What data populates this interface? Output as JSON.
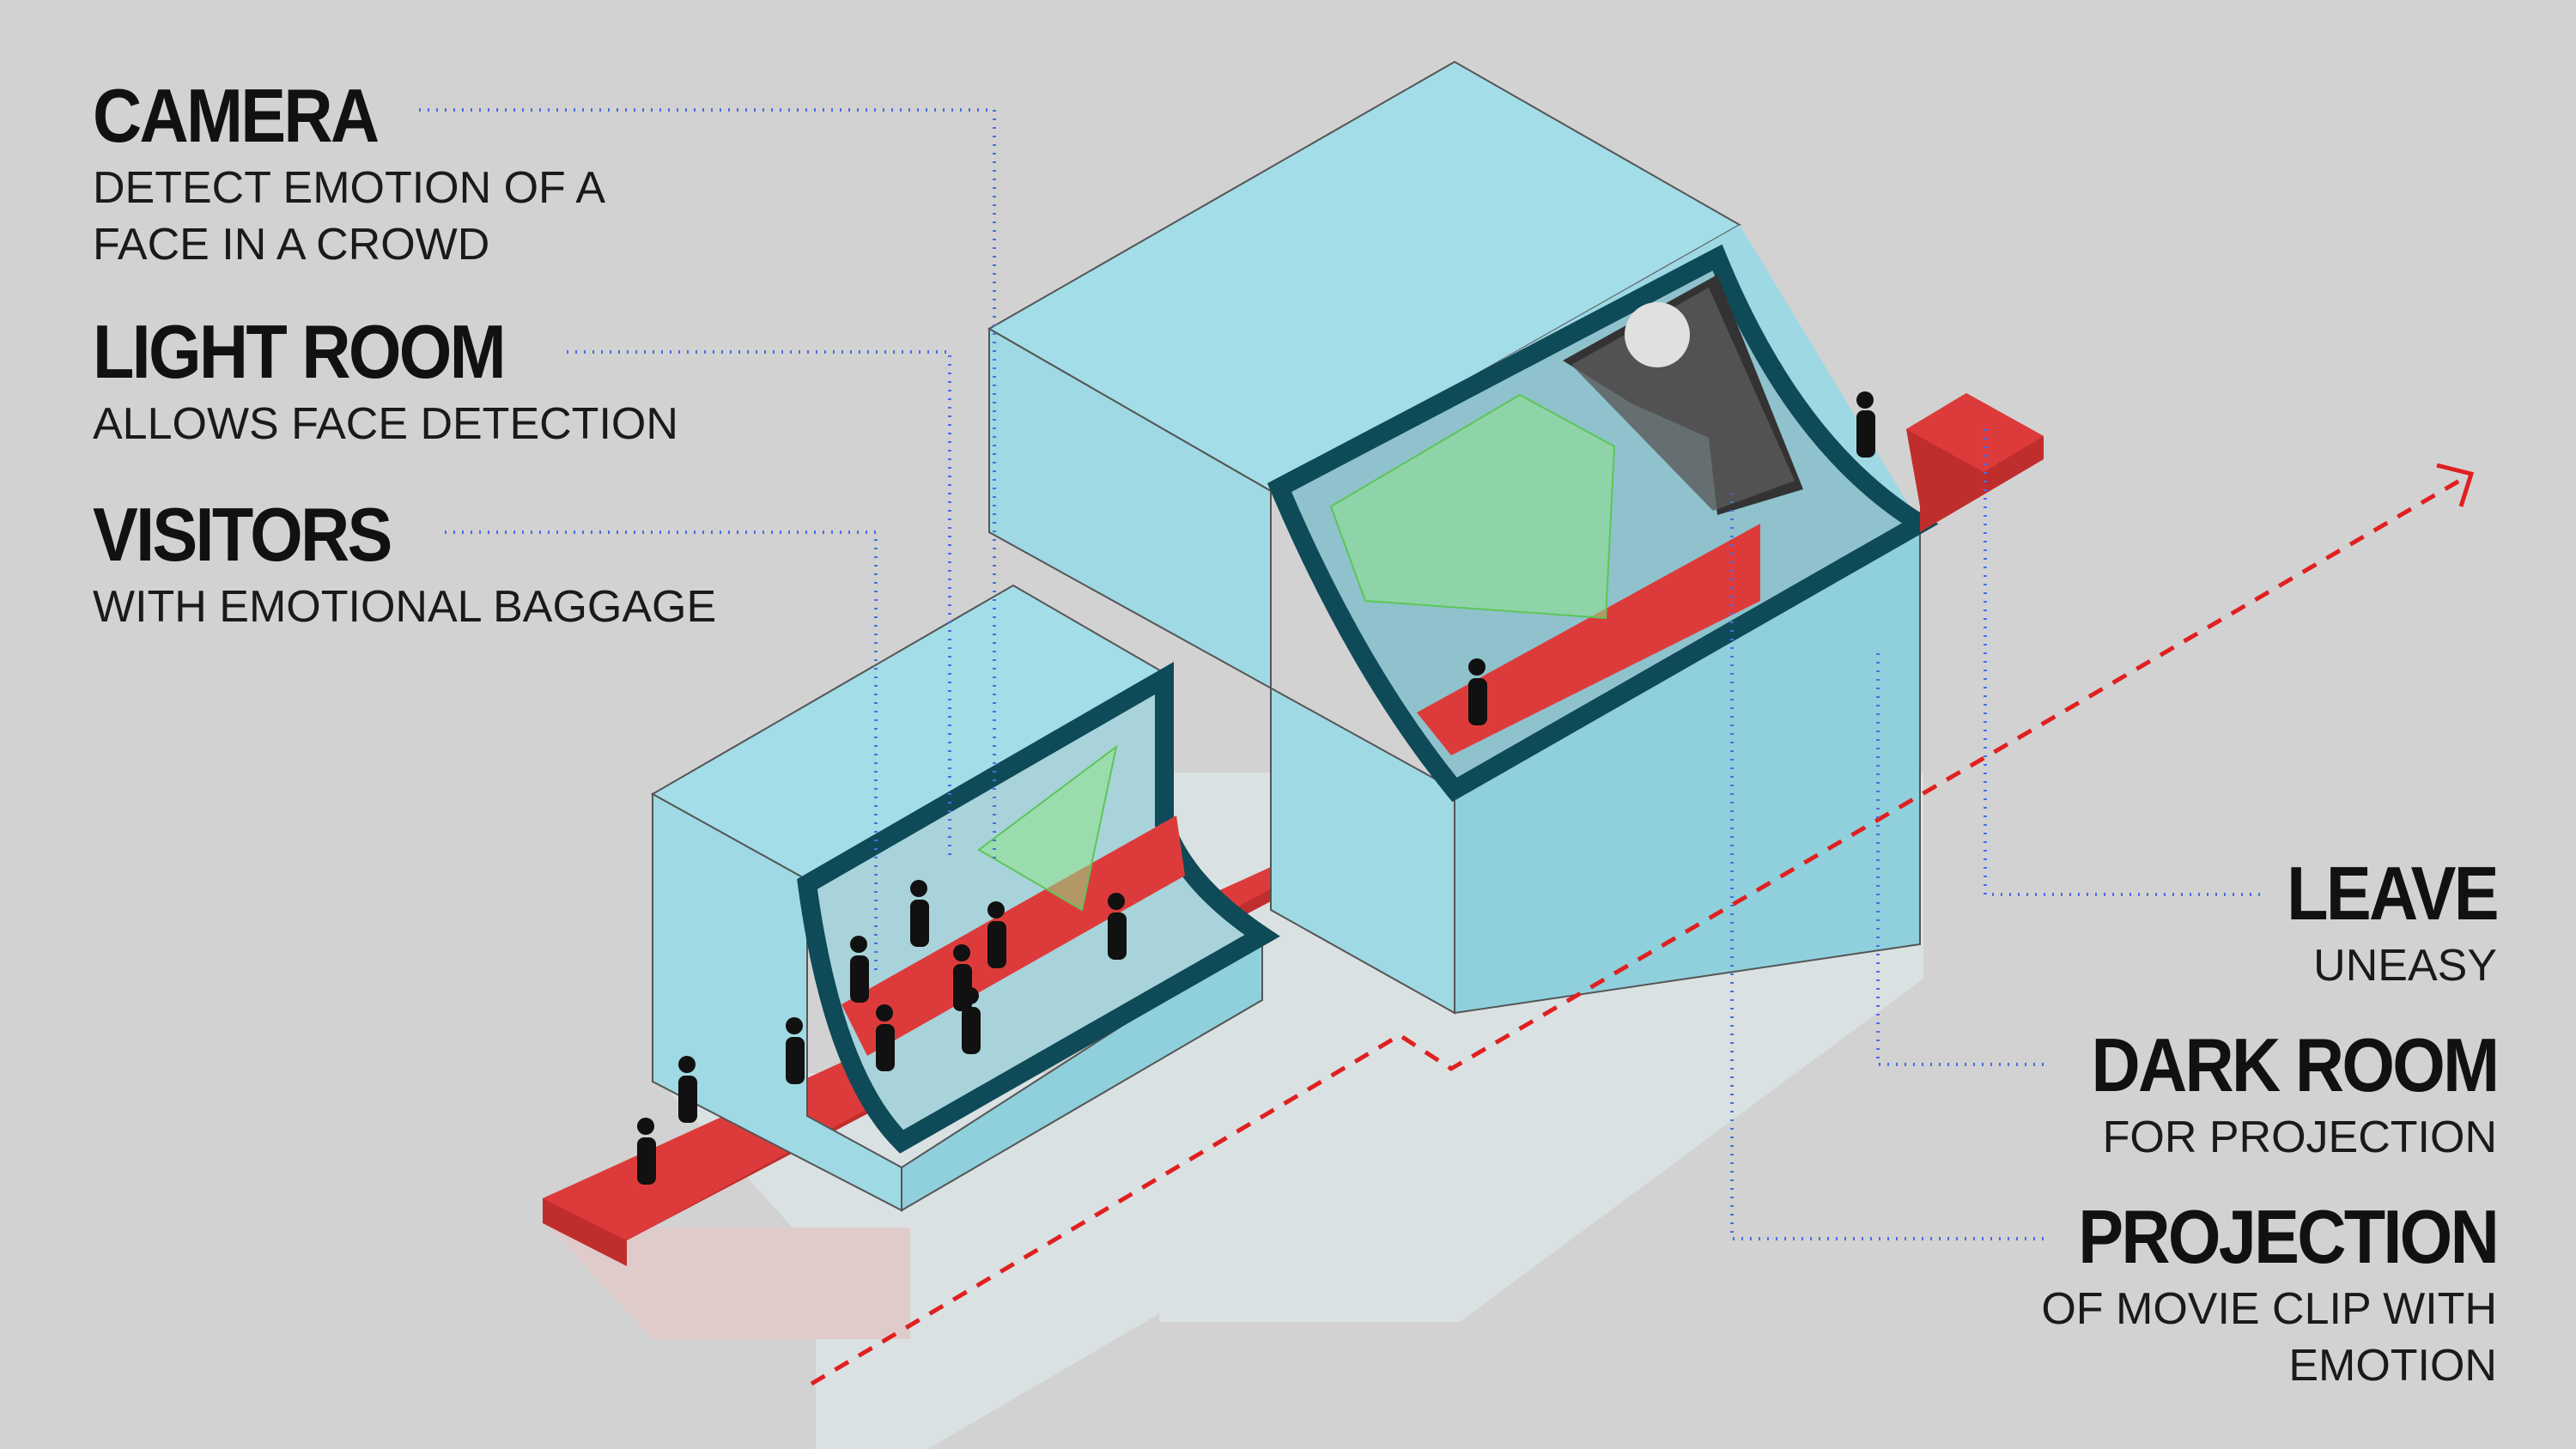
{
  "labels": {
    "camera": {
      "title": "CAMERA",
      "line1": "DETECT EMOTION OF A",
      "line2": "FACE IN A CROWD"
    },
    "light_room": {
      "title": "LIGHT ROOM",
      "line1": "ALLOWS FACE DETECTION"
    },
    "visitors": {
      "title": "VISITORS",
      "line1": "WITH EMOTIONAL BAGGAGE"
    },
    "leave": {
      "title": "LEAVE",
      "line1": "UNEASY"
    },
    "dark_room": {
      "title": "DARK ROOM",
      "line1": "FOR PROJECTION"
    },
    "projection": {
      "title": "PROJECTION",
      "line1": "OF MOVIE CLIP WITH",
      "line2": "EMOTION"
    }
  },
  "colors": {
    "background": "#d2d2d2",
    "volume": "#a3dde8",
    "volume_side": "#8fd0dc",
    "frame": "#0e4a58",
    "walkway": "#dd3b3b",
    "leader": "#4a6fe0",
    "path_arrow": "#e02020",
    "camera_cone": "#7fe07a"
  }
}
